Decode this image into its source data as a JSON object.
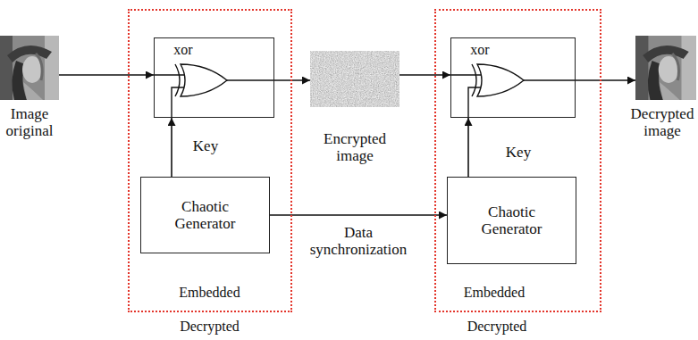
{
  "diagram": {
    "nodes": [
      {
        "text": [
          "Image original"
        ]
      },
      {
        "text": [
          "Embedded",
          "Decrypted"
        ]
      },
      {
        "text": [
          "xor"
        ],
        "in": 1
      },
      {
        "text": [
          "Chaotic Generator"
        ],
        "in": 1
      },
      {
        "text": [
          "Encrypted image"
        ]
      },
      {
        "text": [
          "Embedded",
          "Decrypted"
        ]
      },
      {
        "text": [
          "xor"
        ],
        "in": 5
      },
      {
        "text": [
          "Chaotic Generator"
        ],
        "in": 5
      },
      {
        "text": [
          "Decrypted image"
        ]
      }
    ],
    "edges": [
      {
        "from": 0,
        "to": 2,
        "arrow": "to"
      },
      {
        "from": 3,
        "to": 2,
        "arrow": "to"
      },
      {
        "from": 2,
        "to": 4,
        "arrow": "to"
      },
      {
        "from": 4,
        "to": 6,
        "arrow": "to"
      },
      {
        "from": 3,
        "to": 7,
        "arrow": "to",
        "label": "Data synchronization"
      },
      {
        "from": 7,
        "to": 6,
        "arrow": "to"
      },
      {
        "from": 6,
        "to": 8,
        "arrow": "to"
      }
    ],
    "labels": [
      "Key",
      "Key"
    ]
  }
}
